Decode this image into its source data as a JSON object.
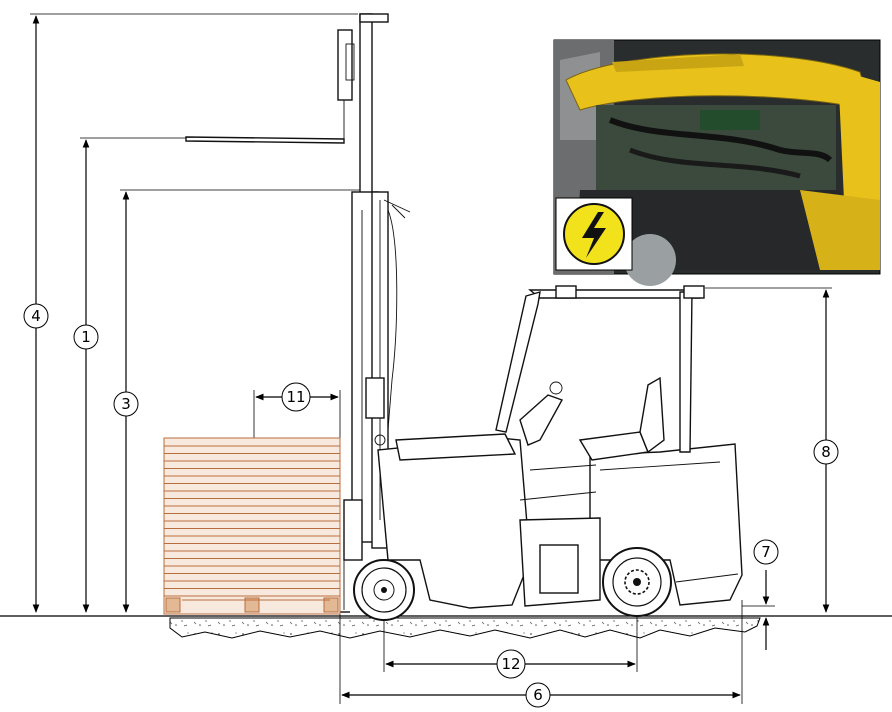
{
  "callouts": {
    "c1": "1",
    "c3": "3",
    "c4": "4",
    "c6": "6",
    "c7": "7",
    "c8": "8",
    "c11": "11",
    "c12": "12"
  },
  "colors": {
    "pallet": "#b86e3c",
    "truck_yellow": "#e8c21a",
    "warning_yellow": "#f2e21c",
    "photo_dark": "#2a2d2e"
  },
  "icons": {
    "warning": "high-voltage-warning-icon"
  }
}
